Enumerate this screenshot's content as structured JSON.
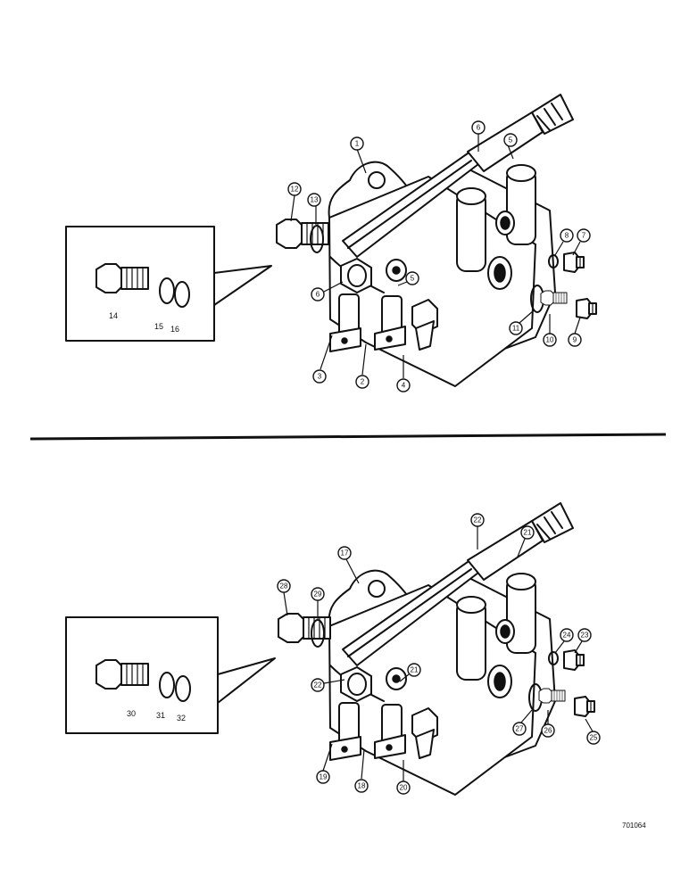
{
  "top_view": {
    "callouts": [
      "1",
      "2",
      "3",
      "4",
      "5",
      "5",
      "6",
      "6",
      "7",
      "8",
      "9",
      "10",
      "11",
      "12",
      "13"
    ],
    "inset_labels": [
      "14",
      "15",
      "16"
    ]
  },
  "bottom_view": {
    "callouts": [
      "17",
      "18",
      "19",
      "20",
      "21",
      "21",
      "22",
      "22",
      "23",
      "24",
      "25",
      "26",
      "27",
      "28",
      "29"
    ],
    "inset_labels": [
      "30",
      "31",
      "32"
    ]
  },
  "figure_code": "701064"
}
